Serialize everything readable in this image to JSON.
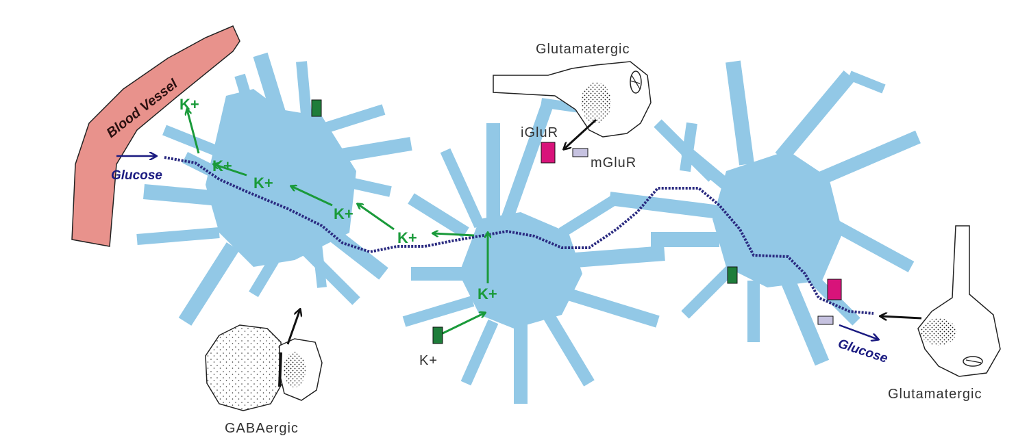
{
  "labels": {
    "blood_vessel": "Blood Vessel",
    "glucose_left": "Glucose",
    "glucose_right": "Glucose",
    "glutamatergic_top": "Glutamatergic",
    "glutamatergic_right": "Glutamatergic",
    "gabaergic": "GABAergic",
    "iglur": "iGluR",
    "mglur": "mGluR",
    "k_ion": "K+"
  },
  "colors": {
    "astrocyte": "#92c8e6",
    "blood_vessel": "#e8928c",
    "gap_junction_path": "#2a2a80",
    "potassium_arrow": "#1a9a3a",
    "glucose_arrow": "#1a1a80",
    "k_channel": "#1e7d3a",
    "iglur_receptor": "#d8137a",
    "mglur_receptor": "#c6c2e0"
  }
}
